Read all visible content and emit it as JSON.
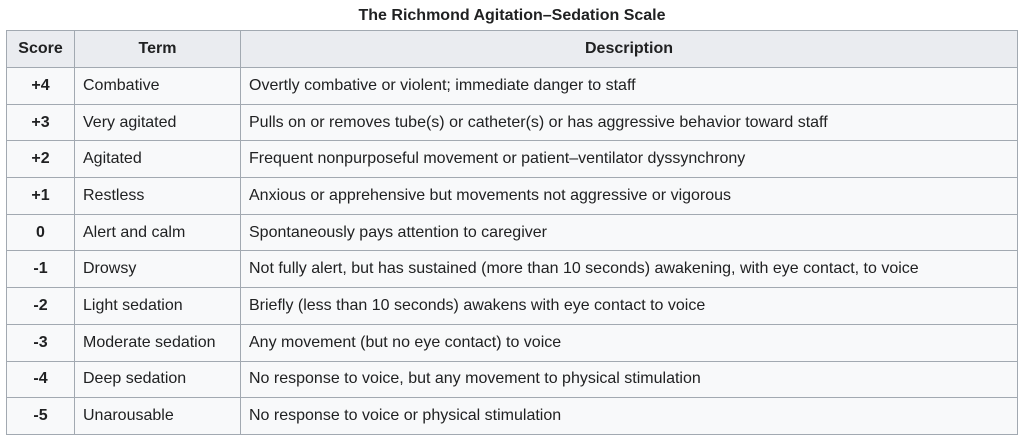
{
  "caption": "The Richmond Agitation–Sedation Scale",
  "headers": {
    "score": "Score",
    "term": "Term",
    "description": "Description"
  },
  "rows": [
    {
      "score": "+4",
      "term": "Combative",
      "description": "Overtly combative or violent; immediate danger to staff"
    },
    {
      "score": "+3",
      "term": "Very agitated",
      "description": "Pulls on or removes tube(s) or catheter(s) or has aggressive behavior toward staff"
    },
    {
      "score": "+2",
      "term": "Agitated",
      "description": "Frequent nonpurposeful movement or patient–ventilator dyssynchrony"
    },
    {
      "score": "+1",
      "term": "Restless",
      "description": "Anxious or apprehensive but movements not aggressive or vigorous"
    },
    {
      "score": "0",
      "term": "Alert and calm",
      "description": "Spontaneously pays attention to caregiver"
    },
    {
      "score": "-1",
      "term": "Drowsy",
      "description": "Not fully alert, but has sustained (more than 10 seconds) awakening, with eye contact, to voice"
    },
    {
      "score": "-2",
      "term": "Light sedation",
      "description": "Briefly (less than 10 seconds) awakens with eye contact to voice"
    },
    {
      "score": "-3",
      "term": "Moderate sedation",
      "description": "Any movement (but no eye contact) to voice"
    },
    {
      "score": "-4",
      "term": "Deep sedation",
      "description": "No response to voice, but any movement to physical stimulation"
    },
    {
      "score": "-5",
      "term": "Unarousable",
      "description": "No response to voice or physical stimulation"
    }
  ]
}
